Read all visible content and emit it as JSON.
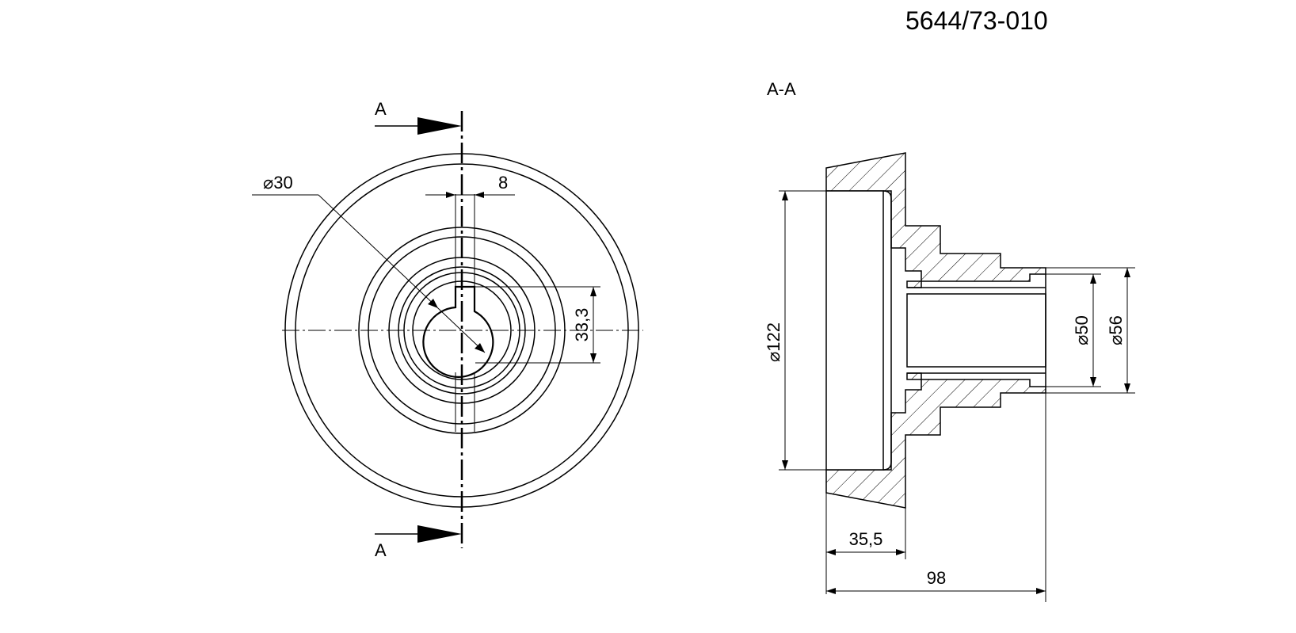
{
  "drawing_number": "5644/73-010",
  "section_title": "A-A",
  "section_markers": {
    "top": "A",
    "bottom": "A"
  },
  "front_view": {
    "bore_diameter_label": "⌀30",
    "keyway_width_label": "8",
    "keyway_depth_label": "33,3"
  },
  "section_view": {
    "outer_diameter_label": "⌀122",
    "bore_diameter_label": "⌀50",
    "hub_diameter_label": "⌀56",
    "flange_length_label": "35,5",
    "overall_length_label": "98"
  }
}
